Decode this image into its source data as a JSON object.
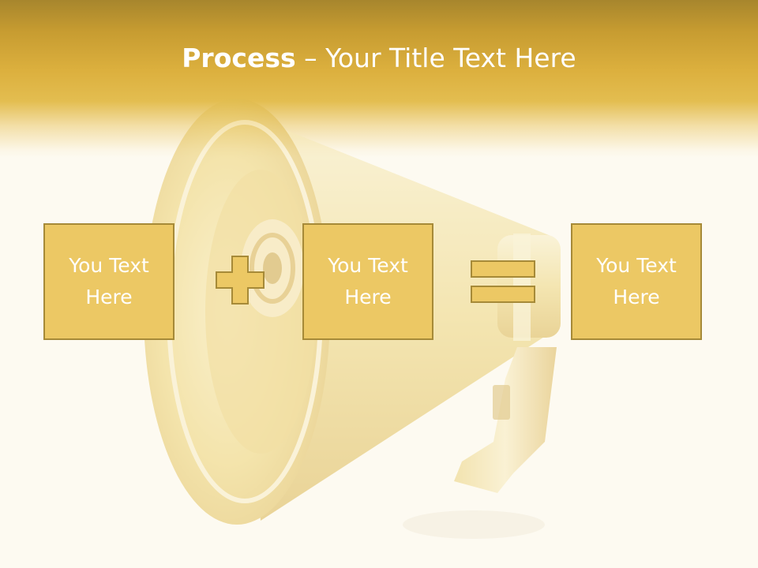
{
  "slide": {
    "title_bold": "Process",
    "title_rest": " – Your Title Text Here"
  },
  "process": {
    "box_1": "You Text\nHere",
    "box_2": "You Text\nHere",
    "box_3": "You Text\nHere"
  },
  "colors": {
    "header_gold": "#dcb03e",
    "box_fill": "#ecc864",
    "box_border": "#a68a38",
    "background": "#fdfaf1",
    "text": "#ffffff"
  }
}
